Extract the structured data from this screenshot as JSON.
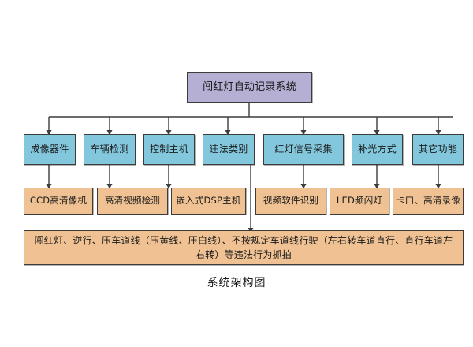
{
  "diagram": {
    "caption": "系统架构图",
    "colors": {
      "root_fill": "#b5afd3",
      "category_fill": "#83c7dd",
      "implementation_fill": "#efc193",
      "detail_fill": "#efc193",
      "border": "#3c3c3c",
      "connector": "#3c3c3c",
      "background": "#ffffff"
    },
    "root": {
      "label": "闯红灯自动记录系统"
    },
    "categories": [
      {
        "label": "成像器件"
      },
      {
        "label": "车辆检测"
      },
      {
        "label": "控制主机"
      },
      {
        "label": "违法类别"
      },
      {
        "label": "红灯信号采集"
      },
      {
        "label": "补光方式"
      },
      {
        "label": "其它功能"
      }
    ],
    "implementations": [
      {
        "label": "CCD高清像机"
      },
      {
        "label": "高清视频检测"
      },
      {
        "label": "嵌入式DSP主机"
      },
      {
        "label": "视频软件识别"
      },
      {
        "label": "LED频闪灯"
      },
      {
        "label": "卡口、高清录像"
      }
    ],
    "detail": {
      "label": "闯红灯、逆行、压车道线（压黄线、压白线）、不按规定车道线行驶（左右转车道直行、直行车道左右转）等违法行为抓拍"
    }
  }
}
